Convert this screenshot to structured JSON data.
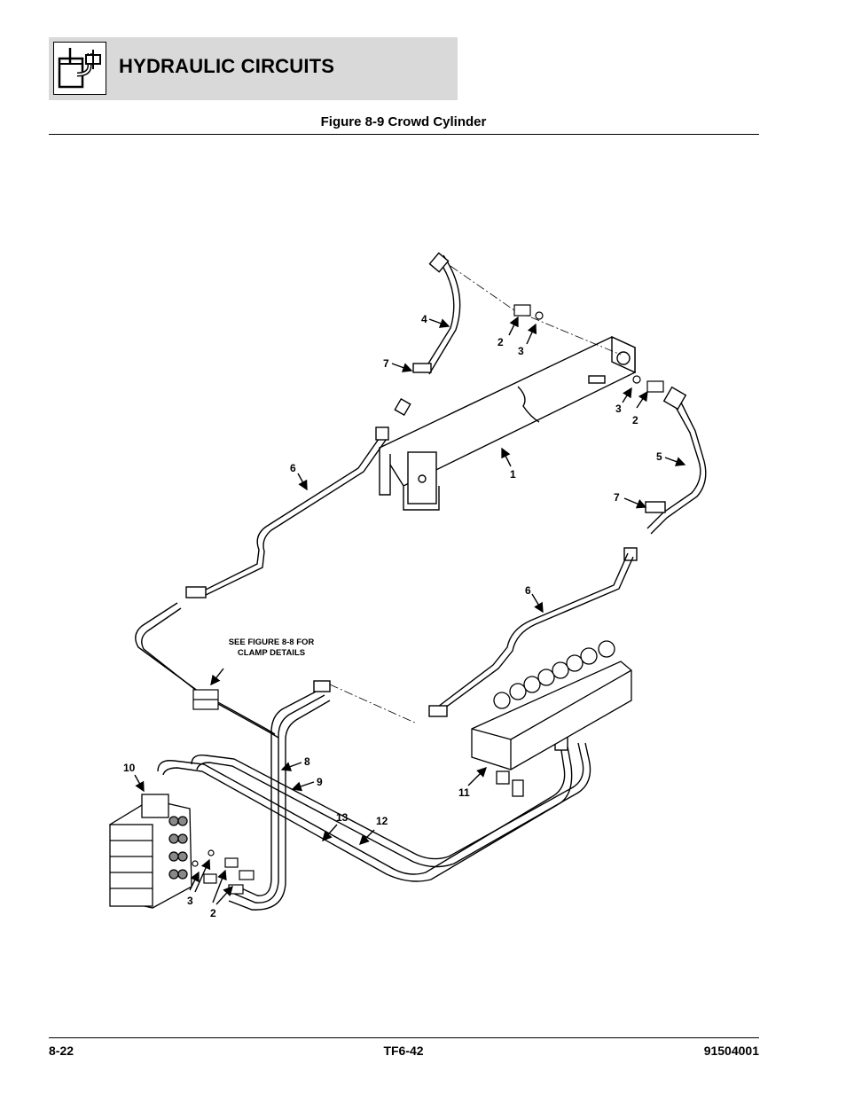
{
  "header": {
    "title": "HYDRAULIC CIRCUITS",
    "icon": "hydraulic-reservoir-icon"
  },
  "figure": {
    "caption": "Figure 8-9 Crowd Cylinder",
    "note_line1": "SEE FIGURE 8-8 FOR",
    "note_line2": "CLAMP DETAILS",
    "callouts": {
      "c4": "4",
      "c2a": "2",
      "c3a": "3",
      "c7a": "7",
      "c3b": "3",
      "c2b": "2",
      "c6a": "6",
      "c1": "1",
      "c5": "5",
      "c7b": "7",
      "c6b": "6",
      "c10": "10",
      "c8": "8",
      "c9": "9",
      "c11": "11",
      "c13": "13",
      "c12": "12",
      "c3c": "3",
      "c2c": "2"
    }
  },
  "footer": {
    "page": "8-22",
    "model": "TF6-42",
    "doc_number": "91504001"
  }
}
